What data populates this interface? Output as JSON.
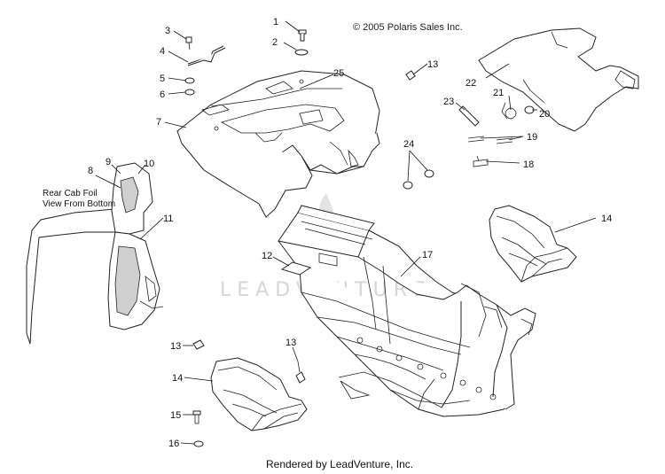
{
  "copyright": "© 2005 Polaris Sales Inc.",
  "footer": "Rendered by LeadVenture, Inc.",
  "watermark": "LEADVENTURE",
  "view_note": {
    "line1": "Rear Cab Foil",
    "line2": "View From Bottom"
  },
  "callouts": {
    "c1": "1",
    "c2": "2",
    "c3": "3",
    "c4": "4",
    "c5": "5",
    "c6": "6",
    "c7": "7",
    "c8": "8",
    "c9": "9",
    "c10": "10",
    "c11": "11",
    "c12": "12",
    "c13a": "13",
    "c13b": "13",
    "c13c": "13",
    "c14a": "14",
    "c14b": "14",
    "c15": "15",
    "c16": "16",
    "c17": "17",
    "c18": "18",
    "c19": "19",
    "c20": "20",
    "c21": "21",
    "c22": "22",
    "c23": "23",
    "c24": "24",
    "c25": "25"
  },
  "colors": {
    "line": "#222222",
    "watermark": "#cccccc",
    "hatch": "#cfcfcf"
  }
}
